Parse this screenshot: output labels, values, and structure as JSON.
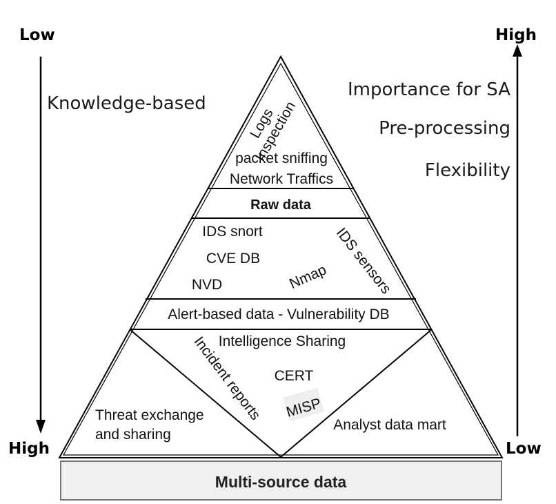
{
  "left_axis": {
    "top_label": "Low",
    "bottom_label": "High",
    "title": "Knowledge-based"
  },
  "right_axis": {
    "top_label": "High",
    "bottom_label": "Low",
    "labels": [
      "Importance for SA",
      "Pre-processing",
      "Flexibility"
    ]
  },
  "pyramid": {
    "top_section": {
      "rotated_label": "Logs\nInspection",
      "line1": "packet sniffing",
      "line2": "Network Traffics"
    },
    "raw_data_band": "Raw data",
    "middle_section": {
      "ids_snort": "IDS snort",
      "cve_db": "CVE DB",
      "nvd": "NVD",
      "nmap": "Nmap",
      "ids_sensors": "IDS sensors"
    },
    "alert_band": "Alert-based data - Vulnerability DB",
    "bottom_section": {
      "intelligence_sharing": "Intelligence Sharing",
      "incident_reports": "Incident reports",
      "cert": "CERT",
      "misp": "MISP",
      "threat_exchange_line1": "Threat exchange",
      "threat_exchange_line2": "and sharing",
      "analyst_data_mart": "Analyst data mart"
    }
  },
  "base_box": "Multi-source data",
  "colors": {
    "stroke": "#000000",
    "base_fill": "#f0f0f0",
    "base_stroke": "#777777",
    "text": "#1a1a1a"
  }
}
